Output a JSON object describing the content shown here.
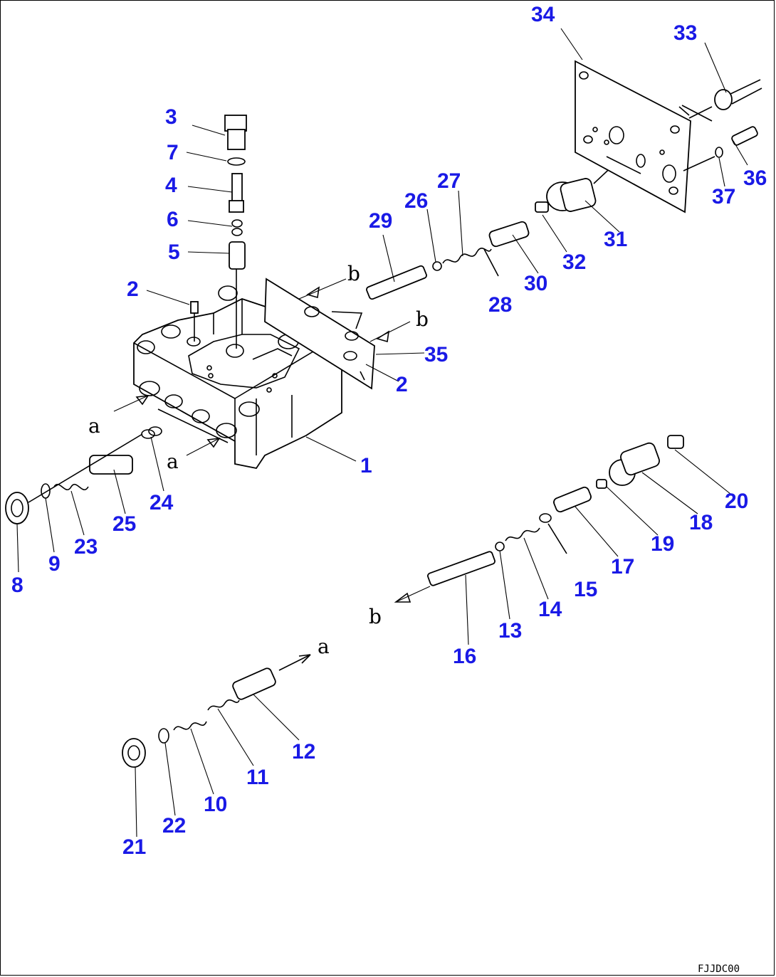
{
  "drawing_code": "FJJDC00",
  "section_letters": {
    "a": "a",
    "b": "b"
  },
  "callouts": [
    "1",
    "2",
    "3",
    "4",
    "5",
    "6",
    "7",
    "8",
    "9",
    "10",
    "11",
    "12",
    "13",
    "14",
    "15",
    "16",
    "17",
    "18",
    "19",
    "20",
    "21",
    "22",
    "23",
    "24",
    "25",
    "26",
    "27",
    "28",
    "29",
    "30",
    "31",
    "32",
    "33",
    "34",
    "35",
    "36",
    "37"
  ]
}
